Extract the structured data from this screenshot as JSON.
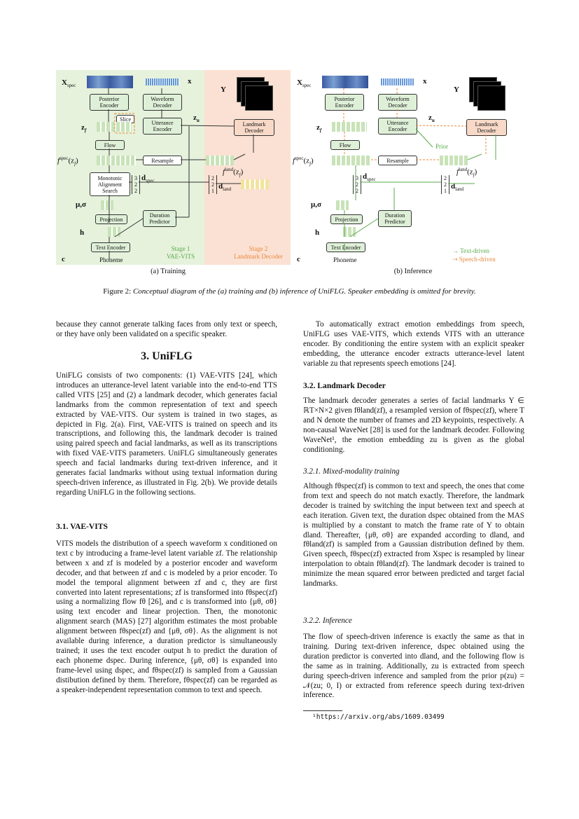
{
  "figure": {
    "training": {
      "sublabel": "(a) Training",
      "stage1": "Stage 1\nVAE-VITS",
      "stage2": "Stage 2\nLandmark Decoder",
      "boxes": {
        "posterior_encoder": "Posterior\nEncoder",
        "waveform_decoder": "Waveform\nDecoder",
        "utterance_encoder": "Utterance\nEncoder",
        "landmark_decoder": "Landmark\nDecoder",
        "flow": "Flow",
        "resample": "Resample",
        "mas": "Monotonic\nAlignment\nSearch",
        "projection": "Projection",
        "duration_predictor": "Duration\nPredictor",
        "text_encoder": "Text Encoder",
        "slice": "Slice"
      },
      "symbols": {
        "xspec": "X",
        "xspec_sub": "spec",
        "x": "x",
        "y": "Y",
        "zu": "z",
        "zu_sub": "u",
        "zf": "z",
        "zf_sub": "f",
        "fspec": "f",
        "fspec_sup": "spec",
        "fspec_arg": "(z",
        "fspec_arg_sub": "f",
        "fspec_close": ")",
        "dspec": "d",
        "dspec_sub": "spec",
        "fland": "f",
        "fland_sup": "land",
        "fland_arg": "(z",
        "fland_arg_sub": "f",
        "fland_close": ")",
        "dland": "d",
        "dland_sub": "land",
        "mu_sigma": "μ",
        "h": "h",
        "c": "c",
        "phoneme": "Phoneme",
        "vec_3": "3",
        "vec_2a": "2",
        "vec_2b": "2",
        "vec2_2a": "2",
        "vec2_2b": "2",
        "vec2_1": "1"
      }
    },
    "inference": {
      "sublabel": "(b) Inference",
      "prior": "Prior",
      "legend_text": "Text-driven",
      "legend_speech": "Speech-driven"
    },
    "caption_prefix": "Figure 2: ",
    "caption": "Conceptual diagram of the (a) training and (b) inference of UniFLG. Speaker embedding is omitted for brevity."
  },
  "left_column": {
    "p0": "because they cannot generate talking faces from only text or speech, or they have only been validated on a specific speaker.",
    "section3": "3. UniFLG",
    "p1": "UniFLG consists of two components: (1) VAE-VITS [24], which introduces an utterance-level latent variable into the end-to-end TTS called VITS [25] and (2) a landmark decoder, which generates facial landmarks from the common representation of text and speech extracted by VAE-VITS. Our system is trained in two stages, as depicted in Fig. 2(a). First, VAE-VITS is trained on speech and its transcriptions, and following this, the landmark decoder is trained using paired speech and facial landmarks, as well as its transcriptions with fixed VAE-VITS parameters. UniFLG simultaneously generates speech and facial landmarks during text-driven inference, and it generates facial landmarks without using textual information during speech-driven inference, as illustrated in Fig. 2(b). We provide details regarding UniFLG in the following sections.",
    "sub31": "3.1. VAE-VITS",
    "p2": "VITS models the distribution of a speech waveform x conditioned on text c by introducing a frame-level latent variable zf. The relationship between x and zf is modeled by a posterior encoder and waveform decoder, and that between zf and c is modeled by a prior encoder. To model the temporal alignment between zf and c, they are first converted into latent representations; zf is transformed into fθspec(zf) using a normalizing flow fθ [26], and c is transformed into {μθ, σθ} using text encoder and linear projection. Then, the monotonic alignment search (MAS) [27] algorithm estimates the most probable alignment between fθspec(zf) and {μθ, σθ}. As the alignment is not available during inference, a duration predictor is simultaneously trained; it uses the text encoder output h to predict the duration of each phoneme dspec. During inference, {μθ, σθ} is expanded into frame-level using dspec, and fθspec(zf) is sampled from a Gaussian distibution defined by them. Therefore, fθspec(zf) can be regarded as a speaker-independent representation common to text and speech."
  },
  "right_column": {
    "p1": "To automatically extract emotion embeddings from speech, UniFLG uses VAE-VITS, which extends VITS with an utterance encoder. By conditioning the entire system with an explicit speaker embedding, the utterance encoder extracts utterance-level latent variable zu that represents speech emotions [24].",
    "sub32": "3.2. Landmark Decoder",
    "p2": "The landmark decoder generates a series of facial landmarks Y ∈ ℝT×N×2 given fθland(zf), a resampled version of fθspec(zf), where T and N denote the number of frames and 2D keypoints, respectively. A non-causal WaveNet [28] is used for the landmark decoder. Following WaveNet¹, the emotion embedding zu is given as the global conditioning.",
    "sub321": "3.2.1. Mixed-modality training",
    "p3": "Although fθspec(zf) is common to text and speech, the ones that come from text and speech do not match exactly. Therefore, the landmark decoder is trained by switching the input between text and speech at each iteration. Given text, the duration dspec obtained from the MAS is multiplied by a constant to match the frame rate of Y to obtain dland. Thereafter, {μθ, σθ} are expanded according to dland, and fθland(zf) is sampled from a Gaussian distribution defined by them. Given speech, fθspec(zf) extracted from Xspec is resampled by linear interpolation to obtain fθland(zf). The landmark decoder is trained to minimize the mean squared error between predicted and target facial landmarks.",
    "sub322": "3.2.2. Inference",
    "p4": "The flow of speech-driven inference is exactly the same as that in training. During text-driven inference, dspec obtained using the duration predictor is converted into dland, and the following flow is the same as in training. Additionally, zu is extracted from speech during speech-driven inference and sampled from the prior p(zu) = 𝒩(zu; 0, I) or extracted from reference speech during text-driven inference.",
    "footnote": "¹https://arxiv.org/abs/1609.03499"
  },
  "colors": {
    "stage1_bg": "#e6f2dc",
    "stage2_bg": "#fbe1d3",
    "green_arrow": "#5aaa4a",
    "orange_arrow": "#e9893c"
  }
}
